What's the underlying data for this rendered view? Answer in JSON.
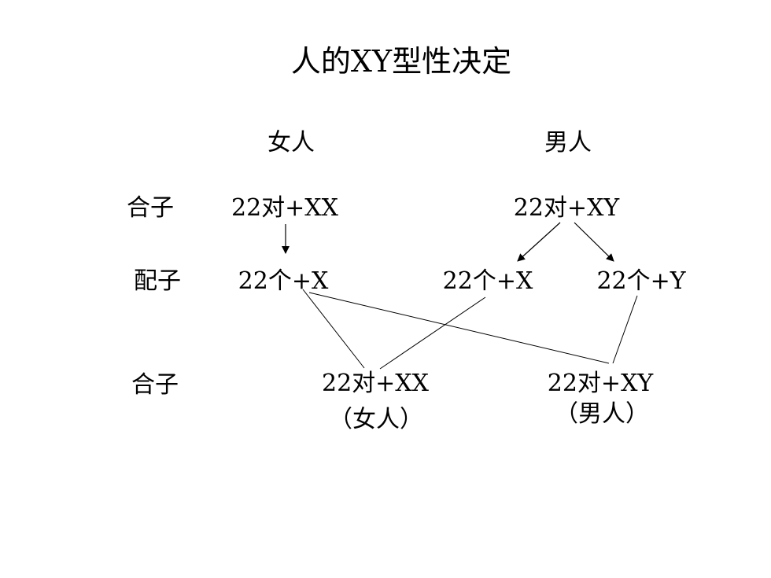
{
  "title": "人的XY型性决定",
  "headers": {
    "female": "女人",
    "male": "男人"
  },
  "row_labels": {
    "zygote_top": "合子",
    "gamete": "配子",
    "zygote_bottom": "合子"
  },
  "parents": {
    "female_zygote": "22对+XX",
    "male_zygote": "22对+XY"
  },
  "gametes": {
    "female_x": "22个+X",
    "male_x": "22个+X",
    "male_y": "22个+Y"
  },
  "offspring": {
    "female": "22对+XX",
    "female_note": "（女人）",
    "male": "22对+XY",
    "male_note": "（男人）"
  },
  "colors": {
    "text": "#000000",
    "line": "#000000",
    "background": "#ffffff"
  }
}
